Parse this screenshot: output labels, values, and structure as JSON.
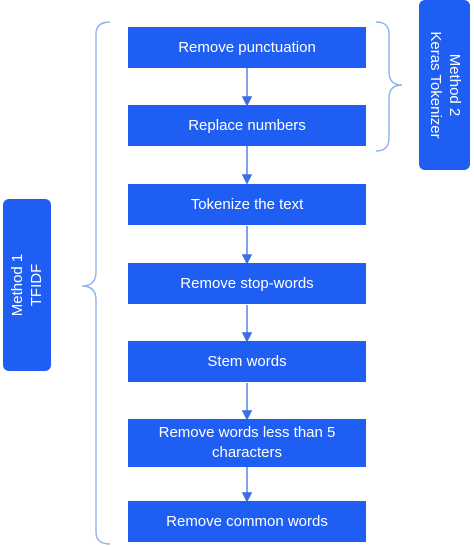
{
  "steps": [
    "Remove  punctuation",
    "Replace numbers",
    "Tokenize the text",
    "Remove stop-words",
    "Stem words",
    "Remove words less than 5 characters",
    "Remove common words"
  ],
  "method1": {
    "line1": "Method 1",
    "line2": "TFIDF"
  },
  "method2": {
    "line1": "Method 2",
    "line2": "Keras Tokenizer"
  },
  "colors": {
    "box": "#1f5ef2",
    "arrow": "#3a6fe0",
    "bracket": "#8fb4e8"
  }
}
